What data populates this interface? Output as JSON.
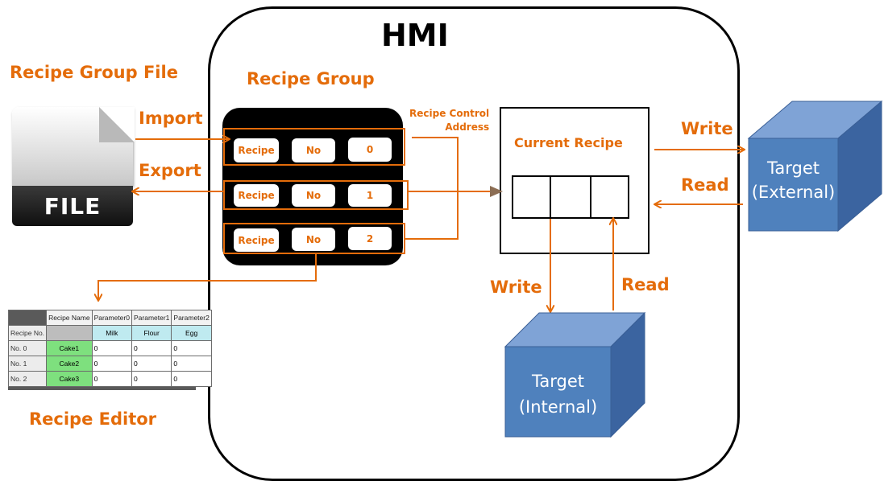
{
  "title": "HMI",
  "labels": {
    "recipe_group_file": "Recipe Group File",
    "recipe_group": "Recipe Group",
    "import": "Import",
    "export": "Export",
    "recipe_control_address": "Recipe Control\nAddress",
    "current_recipe": "Current Recipe",
    "write_external": "Write",
    "read_external": "Read",
    "write_internal": "Write",
    "read_internal": "Read",
    "recipe_editor": "Recipe Editor"
  },
  "file_icon_text": "FILE",
  "recipe_rows": [
    {
      "recipe": "Recipe",
      "no": "No",
      "index": "0"
    },
    {
      "recipe": "Recipe",
      "no": "No",
      "index": "1"
    },
    {
      "recipe": "Recipe",
      "no": "No",
      "index": "2"
    }
  ],
  "targets": {
    "external": "Target\n(External)",
    "internal": "Target\n(Internal)"
  },
  "editor": {
    "headers": [
      "Recipe Name",
      "Parameter0",
      "Parameter1",
      "Parameter2"
    ],
    "row_header": "Recipe No.",
    "param_names": [
      "Milk",
      "Flour",
      "Egg"
    ],
    "rows": [
      {
        "no": "No. 0",
        "name": "Cake1",
        "values": [
          "0",
          "0",
          "0"
        ]
      },
      {
        "no": "No. 1",
        "name": "Cake2",
        "values": [
          "0",
          "0",
          "0"
        ]
      },
      {
        "no": "No. 2",
        "name": "Cake3",
        "values": [
          "0",
          "0",
          "0"
        ]
      }
    ]
  },
  "colors": {
    "accent": "#E46C0A",
    "cube_front": "#4F81BD",
    "cube_top": "#7FA3D6",
    "cube_side": "#3B64A0"
  }
}
